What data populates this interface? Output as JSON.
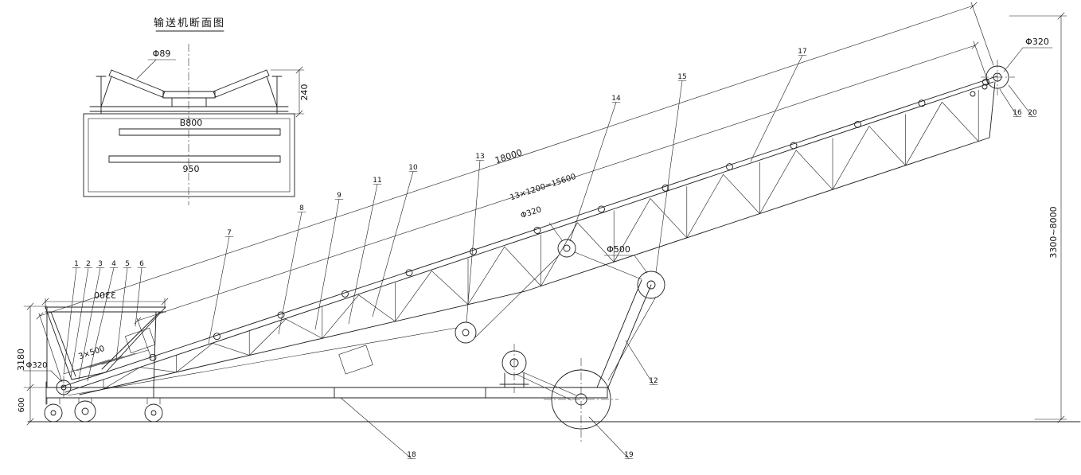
{
  "title_block": {
    "section_title": "输送机断面图"
  },
  "section_view": {
    "roller_dia": "Φ89",
    "trough_height": "240",
    "belt_width": "B800",
    "frame_width": "950"
  },
  "dimensions": {
    "total_length": "18000",
    "idler_spacing": "13×1200=15600",
    "mid_pulley_dia": "Φ320",
    "bend_pulley_dia": "Φ500",
    "head_pulley_dia": "Φ320",
    "tail_pulley_dia": "Φ320",
    "lift_range": "3300~8000",
    "hopper_width": "3300",
    "hopper_grizzly": "3×500",
    "tail_height": "3180",
    "chassis_height": "600"
  },
  "callouts": [
    "1",
    "2",
    "3",
    "4",
    "5",
    "6",
    "7",
    "8",
    "9",
    "11",
    "10",
    "13",
    "14",
    "15",
    "17",
    "16",
    "20",
    "12",
    "18",
    "19"
  ]
}
